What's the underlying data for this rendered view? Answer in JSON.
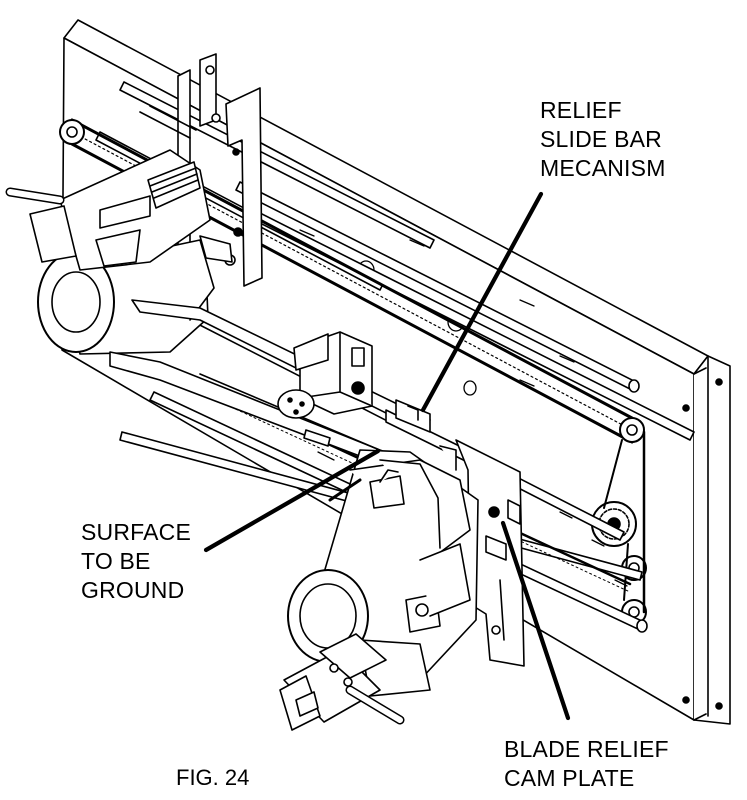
{
  "labels": {
    "relief_slide_bar": [
      "RELIEF",
      "SLIDE BAR",
      "MECANISM"
    ],
    "surface_to_ground": [
      "SURFACE",
      "TO BE",
      "GROUND"
    ],
    "blade_relief_cam_plate": [
      "BLADE RELIEF",
      "CAM PLATE"
    ]
  },
  "figure_caption": "FIG. 24"
}
